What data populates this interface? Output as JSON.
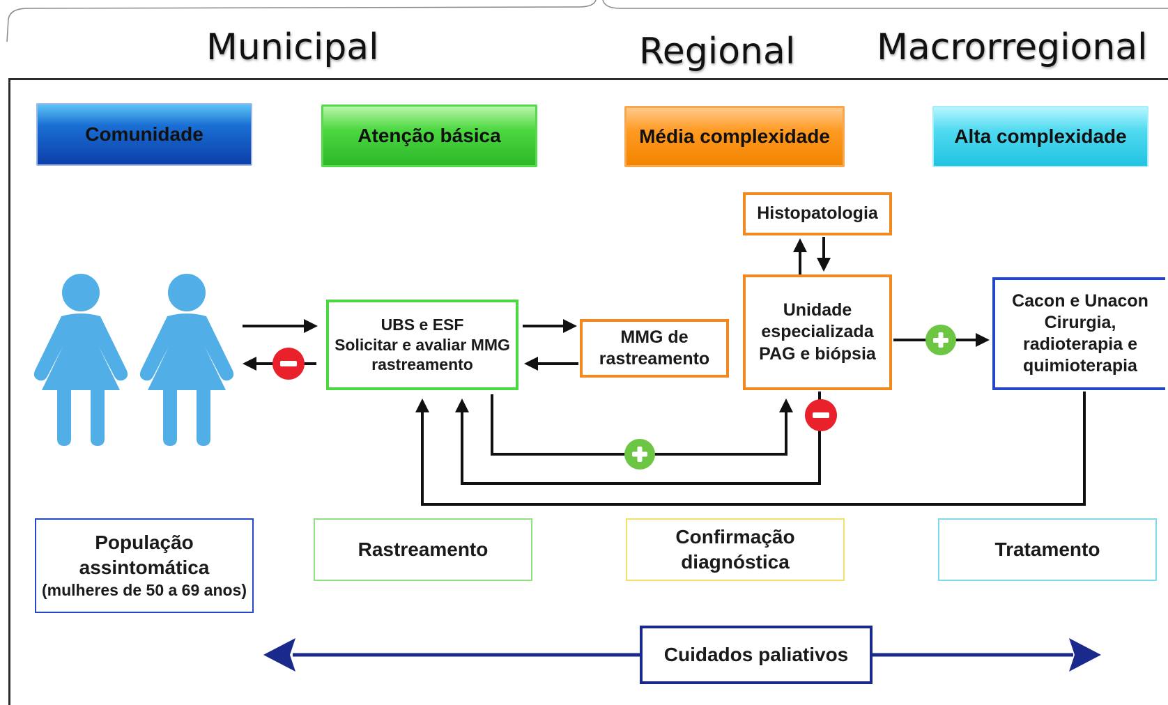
{
  "levels": {
    "municipal": "Municipal",
    "regional": "Regional",
    "macrorregional": "Macrorregional"
  },
  "headers": {
    "comunidade": "Comunidade",
    "atencao_basica": "Atenção básica",
    "media_complexidade": "Média complexidade",
    "alta_complexidade": "Alta complexidade"
  },
  "nodes": {
    "histopatologia": "Histopatologia",
    "ubs": [
      "UBS e ESF",
      "Solicitar e avaliar MMG",
      "rastreamento"
    ],
    "mmg": [
      "MMG de",
      "rastreamento"
    ],
    "unidade": [
      "Unidade",
      "especializada",
      "PAG e biópsia"
    ],
    "cacon": [
      "Cacon e Unacon",
      "Cirurgia,",
      "radioterapia e",
      "quimioterapia"
    ]
  },
  "stages": {
    "populacao": [
      "População",
      "assintomática",
      "(mulheres de 50 a 69 anos)"
    ],
    "rastreamento": "Rastreamento",
    "confirmacao": [
      "Confirmação",
      "diagnóstica"
    ],
    "tratamento": "Tratamento"
  },
  "cuidados": "Cuidados paliativos",
  "colors": {
    "green_border": "#4cd840",
    "orange_border": "#f08a1e",
    "blue_border": "#2447c8",
    "navy": "#1a2a8c",
    "person": "#52aee6",
    "plus": "#6cc644",
    "minus": "#e8212a"
  }
}
